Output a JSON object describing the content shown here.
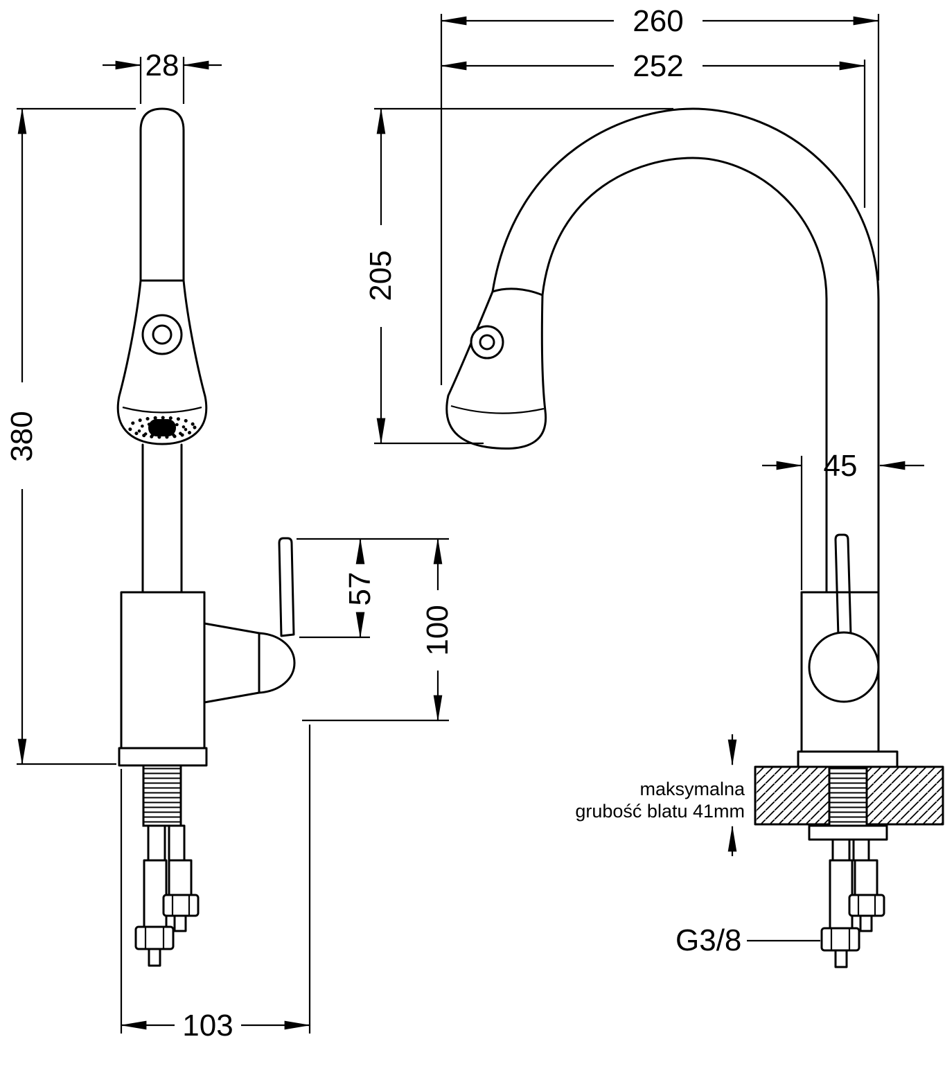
{
  "drawing": {
    "type": "technical-dimension-drawing",
    "subject": "kitchen faucet with pull-out spray, front and side views",
    "line_color": "#000000",
    "background_color": "#ffffff",
    "front_view": {
      "spout_tube_width_mm": "28",
      "total_height_mm": "380",
      "lever_height_mm": "57",
      "handle_assembly_height_mm": "100",
      "base_span_mm": "103"
    },
    "side_view": {
      "overall_reach_mm": "260",
      "spout_reach_mm": "252",
      "spout_clearance_mm": "205",
      "body_width_mm": "45",
      "thread_label": "G3/8",
      "countertop_note_line1": "maksymalna",
      "countertop_note_line2": "grubość blatu 41mm"
    }
  }
}
